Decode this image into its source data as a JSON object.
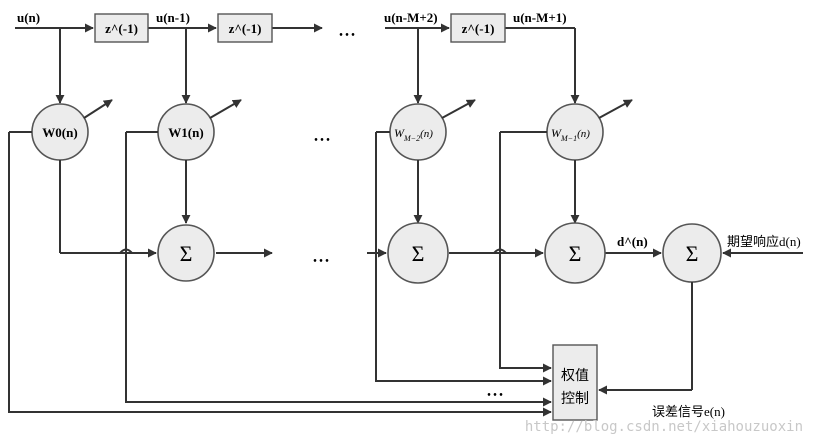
{
  "signals": {
    "u_n": "u(n)",
    "u_n1": "u(n-1)",
    "u_nM2": "u(n-M+2)",
    "u_nM1": "u(n-M+1)",
    "d_hat": "d^(n)",
    "desired": "期望响应d(n)",
    "error": "误差信号e(n)"
  },
  "delays": [
    "z^(-1)",
    "z^(-1)",
    "z^(-1)"
  ],
  "weights": {
    "w0": "W0(n)",
    "w1": "W1(n)",
    "wM2_base": "W",
    "wM2_sub": "M−2",
    "wM2_arg": "(n)",
    "wM1_base": "W",
    "wM1_sub": "M−1",
    "wM1_arg": "(n)"
  },
  "sum_symbol": "Σ",
  "ellipsis": "• • •",
  "control": {
    "line1": "权值",
    "line2": "控制"
  },
  "watermark": "http://blog.csdn.net/xiahouzuoxin",
  "colors": {
    "line": "#333333",
    "node_fill": "#ececec",
    "node_stroke": "#555555",
    "watermark": "#c8c8c8"
  }
}
